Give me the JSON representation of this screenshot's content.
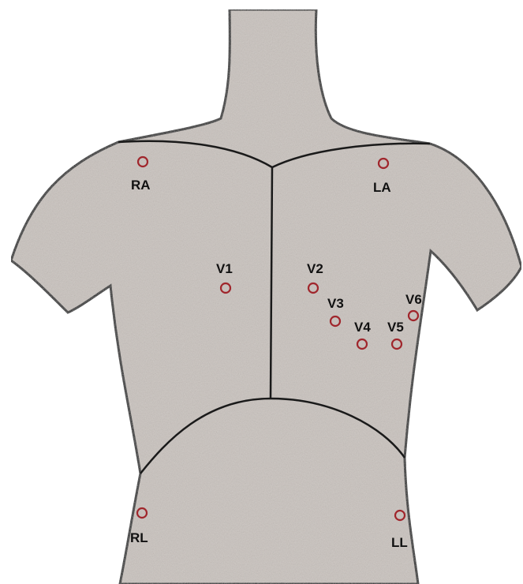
{
  "colors": {
    "body_fill": "#c9c2bd",
    "outline": "#1a1a1a",
    "electrode": "#a0262c",
    "label": "#111111"
  },
  "electrodes": {
    "ra": "RA",
    "la": "LA",
    "v1": "V1",
    "v2": "V2",
    "v3": "V3",
    "v4": "V4",
    "v5": "V5",
    "v6": "V6",
    "rl": "RL",
    "ll": "LL"
  }
}
